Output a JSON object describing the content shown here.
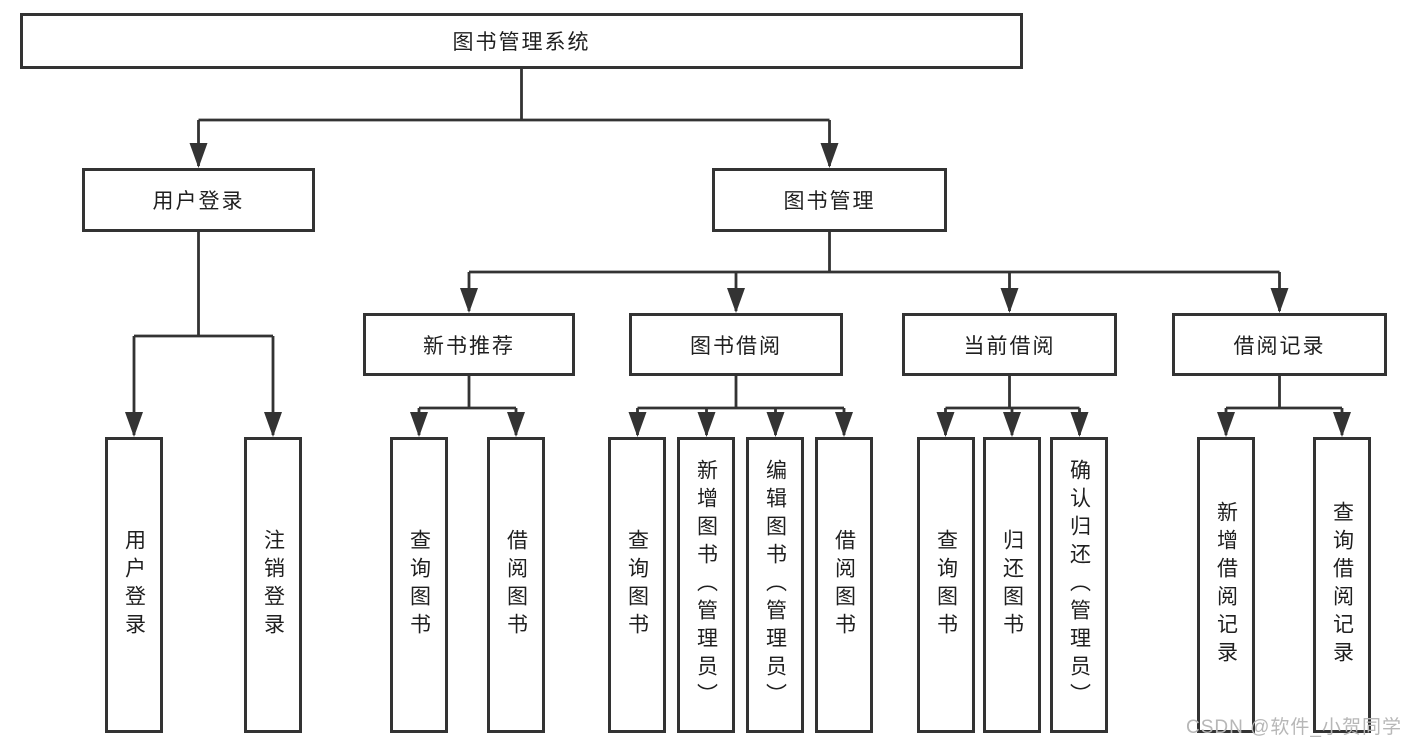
{
  "tree": {
    "label": "图书管理系统",
    "children": [
      {
        "label": "用户登录",
        "children": [
          {
            "label": "用户登录"
          },
          {
            "label": "注销登录"
          }
        ]
      },
      {
        "label": "图书管理",
        "children": [
          {
            "label": "新书推荐",
            "children": [
              {
                "label": "查询图书"
              },
              {
                "label": "借阅图书"
              }
            ]
          },
          {
            "label": "图书借阅",
            "children": [
              {
                "label": "查询图书"
              },
              {
                "label": "新增图书（管理员）"
              },
              {
                "label": "编辑图书（管理员）"
              },
              {
                "label": "借阅图书"
              }
            ]
          },
          {
            "label": "当前借阅",
            "children": [
              {
                "label": "查询图书"
              },
              {
                "label": "归还图书"
              },
              {
                "label": "确认归还（管理员）"
              }
            ]
          },
          {
            "label": "借阅记录",
            "children": [
              {
                "label": "新增借阅记录"
              },
              {
                "label": "查询借阅记录"
              }
            ]
          }
        ]
      }
    ]
  },
  "watermark": {
    "text": "CSDN @软件_小贺同学",
    "color": "#b7b7b7"
  },
  "colors": {
    "line": "#333333",
    "box_border": "#333333",
    "text": "#1f1f1f",
    "background": "#ffffff"
  }
}
